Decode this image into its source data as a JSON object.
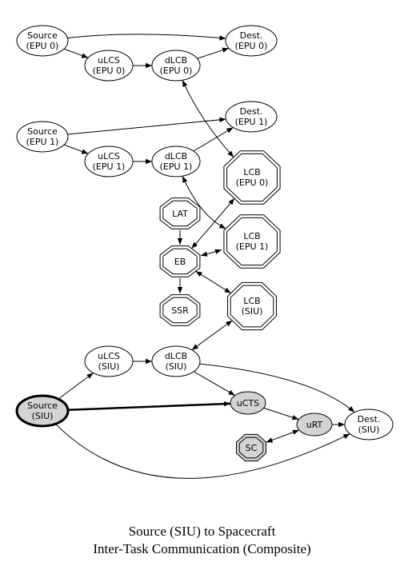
{
  "diagram": {
    "nodes": {
      "src0": {
        "line1": "Source",
        "line2": "(EPU 0)",
        "shape": "ellipse",
        "fill": "#ffffff"
      },
      "dst0": {
        "line1": "Dest.",
        "line2": "(EPU 0)",
        "shape": "ellipse",
        "fill": "#ffffff"
      },
      "ulcs0": {
        "line1": "uLCS",
        "line2": "(EPU 0)",
        "shape": "ellipse",
        "fill": "#ffffff"
      },
      "dlcb0": {
        "line1": "dLCB",
        "line2": "(EPU 0)",
        "shape": "ellipse",
        "fill": "#ffffff"
      },
      "src1": {
        "line1": "Source",
        "line2": "(EPU 1)",
        "shape": "ellipse",
        "fill": "#ffffff"
      },
      "dst1": {
        "line1": "Dest.",
        "line2": "(EPU 1)",
        "shape": "ellipse",
        "fill": "#ffffff"
      },
      "ulcs1": {
        "line1": "uLCS",
        "line2": "(EPU 1)",
        "shape": "ellipse",
        "fill": "#ffffff"
      },
      "dlcb1": {
        "line1": "dLCB",
        "line2": "(EPU 1)",
        "shape": "ellipse",
        "fill": "#ffffff"
      },
      "lcb0": {
        "line1": "LCB",
        "line2": "(EPU 0)",
        "shape": "double-octagon",
        "fill": "#ffffff"
      },
      "lat": {
        "line1": "LAT",
        "line2": "",
        "shape": "double-octagon",
        "fill": "#ffffff"
      },
      "lcb1": {
        "line1": "LCB",
        "line2": "(EPU 1)",
        "shape": "double-octagon",
        "fill": "#ffffff"
      },
      "eb": {
        "line1": "EB",
        "line2": "",
        "shape": "double-octagon",
        "fill": "#ffffff"
      },
      "ssr": {
        "line1": "SSR",
        "line2": "",
        "shape": "double-octagon",
        "fill": "#ffffff"
      },
      "lcbs": {
        "line1": "LCB",
        "line2": "(SIU)",
        "shape": "double-octagon",
        "fill": "#ffffff"
      },
      "ulcss": {
        "line1": "uLCS",
        "line2": "(SIU)",
        "shape": "ellipse",
        "fill": "#ffffff"
      },
      "dlcbs": {
        "line1": "dLCB",
        "line2": "(SIU)",
        "shape": "ellipse",
        "fill": "#ffffff"
      },
      "ucts": {
        "line1": "uCTS",
        "line2": "",
        "shape": "ellipse",
        "fill": "#d3d3d3"
      },
      "srcs": {
        "line1": "Source",
        "line2": "(SIU)",
        "shape": "ellipse-bold",
        "fill": "#d3d3d3"
      },
      "urt": {
        "line1": "uRT",
        "line2": "",
        "shape": "ellipse",
        "fill": "#d3d3d3"
      },
      "dsts": {
        "line1": "Dest.",
        "line2": "(SIU)",
        "shape": "ellipse",
        "fill": "#ffffff"
      },
      "sc": {
        "line1": "SC",
        "line2": "",
        "shape": "double-octagon",
        "fill": "#d3d3d3"
      }
    },
    "edges": [
      {
        "from": "src0",
        "to": "dst0",
        "dir": "forward"
      },
      {
        "from": "src0",
        "to": "ulcs0",
        "dir": "forward"
      },
      {
        "from": "ulcs0",
        "to": "dlcb0",
        "dir": "forward"
      },
      {
        "from": "dlcb0",
        "to": "dst0",
        "dir": "forward"
      },
      {
        "from": "dlcb0",
        "to": "lcb0",
        "dir": "both"
      },
      {
        "from": "src1",
        "to": "dst1",
        "dir": "forward"
      },
      {
        "from": "src1",
        "to": "ulcs1",
        "dir": "forward"
      },
      {
        "from": "ulcs1",
        "to": "dlcb1",
        "dir": "forward"
      },
      {
        "from": "dlcb1",
        "to": "dst1",
        "dir": "forward"
      },
      {
        "from": "dlcb1",
        "to": "lcb1",
        "dir": "both"
      },
      {
        "from": "lat",
        "to": "eb",
        "dir": "forward"
      },
      {
        "from": "eb",
        "to": "lcb0",
        "dir": "both"
      },
      {
        "from": "eb",
        "to": "lcb1",
        "dir": "both"
      },
      {
        "from": "eb",
        "to": "ssr",
        "dir": "forward"
      },
      {
        "from": "eb",
        "to": "lcbs",
        "dir": "both"
      },
      {
        "from": "ulcss",
        "to": "dlcbs",
        "dir": "forward"
      },
      {
        "from": "dlcbs",
        "to": "lcbs",
        "dir": "both"
      },
      {
        "from": "dlcbs",
        "to": "ucts",
        "dir": "forward"
      },
      {
        "from": "dlcbs",
        "to": "dsts",
        "dir": "forward"
      },
      {
        "from": "srcs",
        "to": "ulcss",
        "dir": "forward"
      },
      {
        "from": "srcs",
        "to": "ucts",
        "dir": "forward",
        "bold": true
      },
      {
        "from": "srcs",
        "to": "dsts",
        "dir": "forward"
      },
      {
        "from": "ucts",
        "to": "urt",
        "dir": "forward"
      },
      {
        "from": "urt",
        "to": "dsts",
        "dir": "forward"
      },
      {
        "from": "sc",
        "to": "urt",
        "dir": "both"
      }
    ]
  },
  "caption": {
    "line1": "Source (SIU) to Spacecraft",
    "line2": "Inter-Task Communication (Composite)"
  }
}
